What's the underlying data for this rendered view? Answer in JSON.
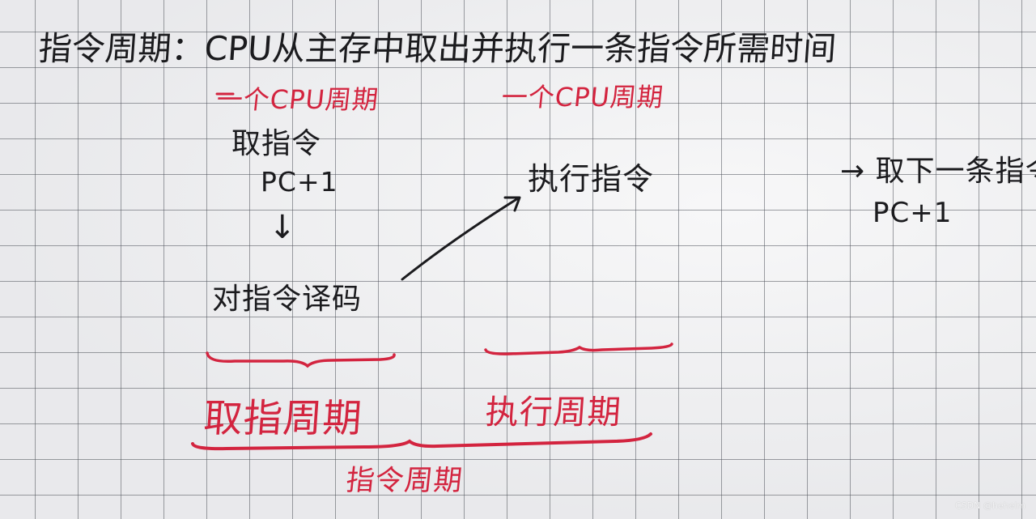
{
  "notes": {
    "title": "指令周期：CPU从主存中取出并执行一条指令所需时间",
    "cpu_cycle_left": "一个CPU周期",
    "cpu_cycle_right": "一个CPU周期",
    "fetch_instruction": "取指令",
    "pc_plus_one_left": "PC+1",
    "down_arrow": "↓",
    "decode_instruction": "对指令译码",
    "execute_instruction": "执行指令",
    "fetch_next_instruction": "→ 取下一条指令",
    "pc_plus_one_right": "PC+1",
    "fetch_cycle": "取指周期",
    "execute_cycle": "执行周期",
    "instruction_cycle": "指令周期"
  },
  "watermark": "CSDN @hehelm",
  "colors": {
    "paper": "#ececee",
    "grid": "#50545c",
    "ink_black": "#1b1b1e",
    "ink_red": "#d3243f"
  }
}
